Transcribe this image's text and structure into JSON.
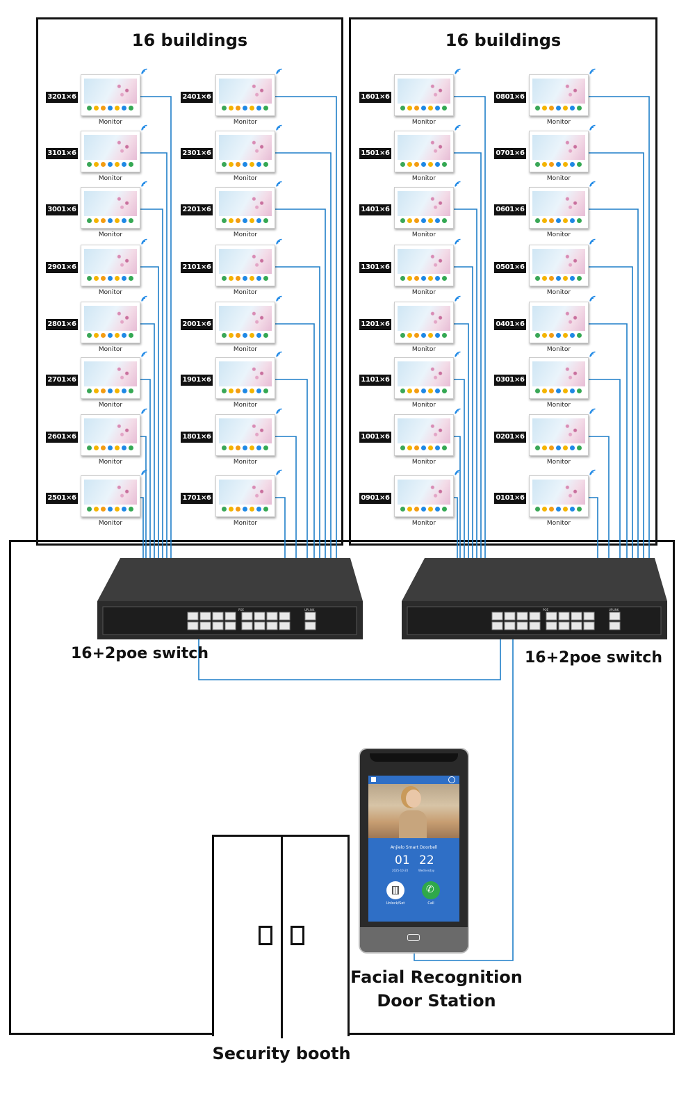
{
  "left_building": {
    "title": "16 buildings",
    "col1": [
      "3201×6",
      "3101×6",
      "3001×6",
      "2901×6",
      "2801×6",
      "2701×6",
      "2601×6",
      "2501×6"
    ],
    "col2": [
      "2401×6",
      "2301×6",
      "2201×6",
      "2101×6",
      "2001×6",
      "1901×6",
      "1801×6",
      "1701×6"
    ]
  },
  "right_building": {
    "title": "16 buildings",
    "col1": [
      "1601×6",
      "1501×6",
      "1401×6",
      "1301×6",
      "1201×6",
      "1101×6",
      "1001×6",
      "0901×6"
    ],
    "col2": [
      "0801×6",
      "0701×6",
      "0601×6",
      "0501×6",
      "0401×6",
      "0301×6",
      "0201×6",
      "0101×6"
    ]
  },
  "monitor_label": "Monitor",
  "switch_left": {
    "label": "16+2poe switch",
    "poe_label": "POE",
    "uplink_label": "UPLINK"
  },
  "switch_right": {
    "label": "16+2poe switch",
    "poe_label": "POE",
    "uplink_label": "UPLINK"
  },
  "door_station": {
    "label_line1": "Facial Recognition",
    "label_line2": "Door Station",
    "screen_title": "Anjielo Smart Doorbell",
    "time_hour": "01",
    "time_min": "22",
    "date": "2025-10-20",
    "weekday": "Wednesday",
    "unlock_label": "Unlock/Set",
    "call_label": "Call"
  },
  "security_booth_label": "Security booth",
  "colors": {
    "wire": "#1f7fc8",
    "frame": "#111111",
    "switch_body": "#3a3a3a",
    "door_screen": "#2f6fc6"
  }
}
